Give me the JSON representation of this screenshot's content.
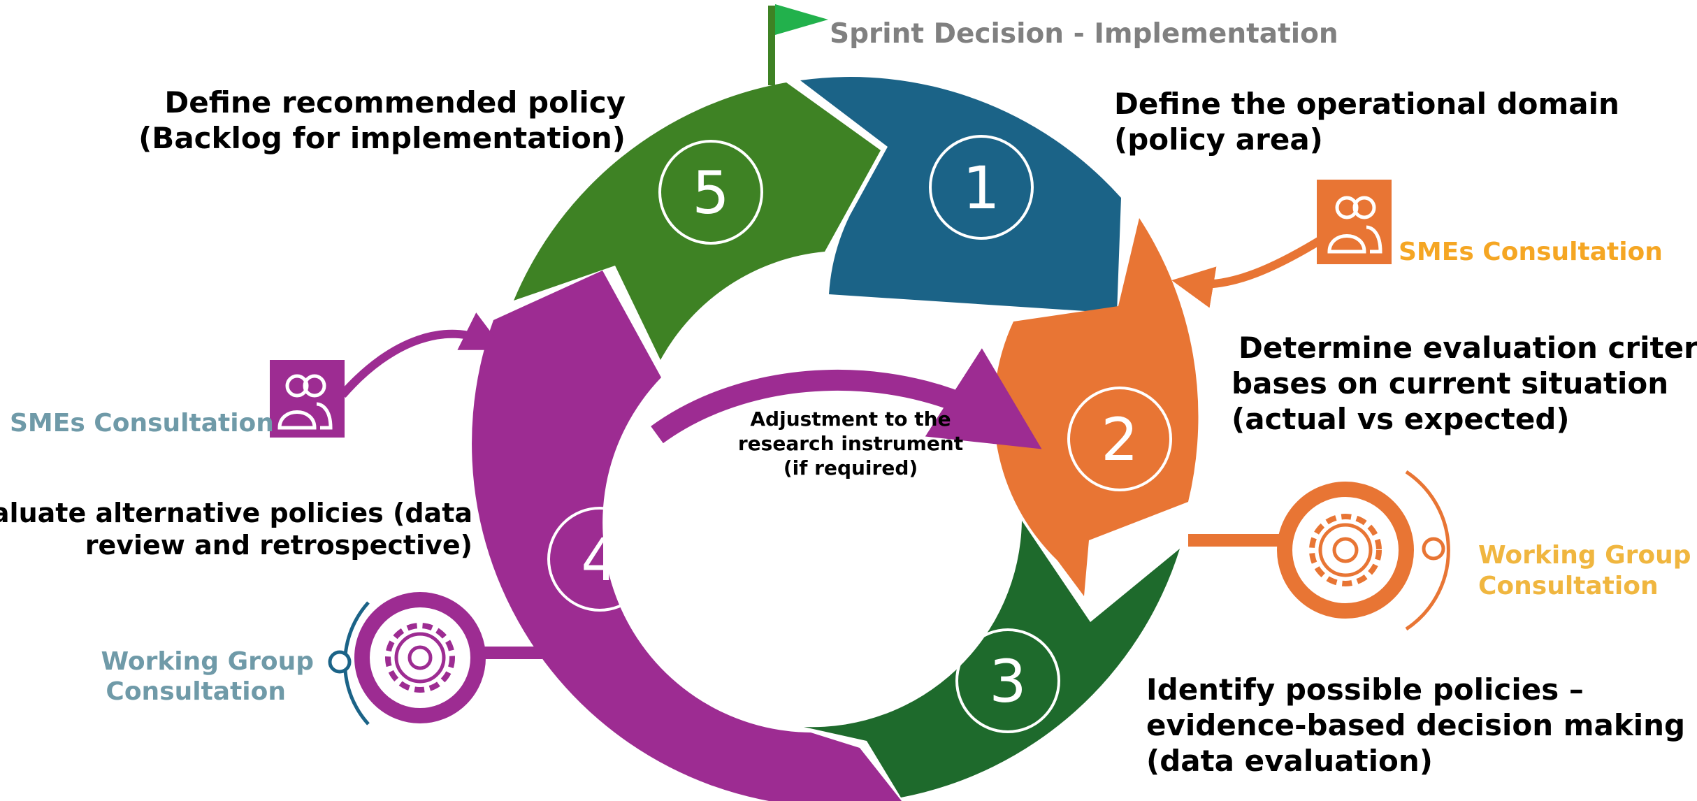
{
  "flag_label": "Sprint Decision - Implementation",
  "colors": {
    "blue": "#1B6387",
    "orange": "#E87534",
    "dark_green": "#1E6A2C",
    "purple": "#9D2C92",
    "green": "#3E8224",
    "flag_green": "#22B14C",
    "sme_orange": "#F5A623",
    "working_group_orange": "#F0B63F",
    "left_teal": "#6F9AA8"
  },
  "steps": [
    {
      "number": "1",
      "lines": [
        "Define the operational domain",
        "(policy area)"
      ]
    },
    {
      "number": "2",
      "lines": [
        "Determine evaluation criteria",
        "bases on current situation",
        "(actual vs expected)"
      ]
    },
    {
      "number": "3",
      "lines": [
        "Identify possible policies –",
        "evidence-based decision making",
        "(data evaluation)"
      ]
    },
    {
      "number": "4",
      "lines": [
        "Evaluate alternative policies (data",
        "review and retrospective)"
      ]
    },
    {
      "number": "5",
      "lines": [
        "Define recommended policy",
        "(Backlog for implementation)"
      ]
    }
  ],
  "center_note": [
    "Adjustment to the",
    "research instrument",
    "(if required)"
  ],
  "consultations": {
    "sme_right": "SMEs Consultation",
    "sme_left": "SMEs Consultation",
    "wg_right": [
      "Working Group",
      "Consultation"
    ],
    "wg_left": [
      "Working Group",
      "Consultation"
    ]
  },
  "icons": [
    "people-icon",
    "gear-icon",
    "flag-icon"
  ]
}
